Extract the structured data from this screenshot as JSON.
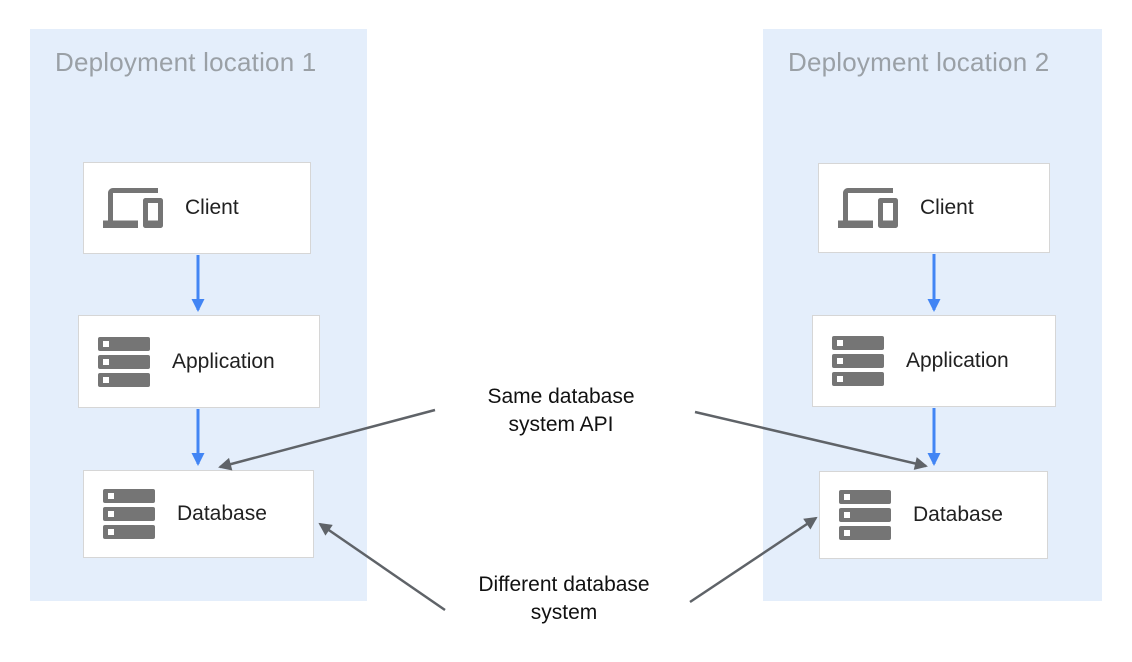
{
  "diagram": {
    "panels": [
      {
        "title": "Deployment location 1",
        "nodes": [
          {
            "label": "Client",
            "icon": "devices-icon"
          },
          {
            "label": "Application",
            "icon": "server-stack-icon"
          },
          {
            "label": "Database",
            "icon": "server-stack-icon"
          }
        ]
      },
      {
        "title": "Deployment location 2",
        "nodes": [
          {
            "label": "Client",
            "icon": "devices-icon"
          },
          {
            "label": "Application",
            "icon": "server-stack-icon"
          },
          {
            "label": "Database",
            "icon": "server-stack-icon"
          }
        ]
      }
    ],
    "annotations": [
      {
        "text": "Same database system API"
      },
      {
        "text": "Different database system"
      }
    ],
    "connections": [
      {
        "from": "client-1",
        "to": "application-1",
        "style": "blue-flow-arrow"
      },
      {
        "from": "application-1",
        "to": "database-1",
        "style": "blue-flow-arrow"
      },
      {
        "from": "client-2",
        "to": "application-2",
        "style": "blue-flow-arrow"
      },
      {
        "from": "application-2",
        "to": "database-2",
        "style": "blue-flow-arrow"
      },
      {
        "from": "annotation-same-api",
        "to": "database-1",
        "style": "gray-annotation-arrow"
      },
      {
        "from": "annotation-same-api",
        "to": "database-2",
        "style": "gray-annotation-arrow"
      },
      {
        "from": "annotation-different-system",
        "to": "database-1",
        "style": "gray-annotation-arrow"
      },
      {
        "from": "annotation-different-system",
        "to": "database-2",
        "style": "gray-annotation-arrow"
      }
    ],
    "colors": {
      "panel_background": "#e4eefb",
      "node_background": "#ffffff",
      "node_border": "#d6d6d6",
      "flow_arrow_blue": "#4285f4",
      "annotation_arrow_gray": "#5f6368",
      "icon_gray": "#757575",
      "panel_title_gray": "#9aa0a6",
      "label_text": "#212121"
    }
  }
}
